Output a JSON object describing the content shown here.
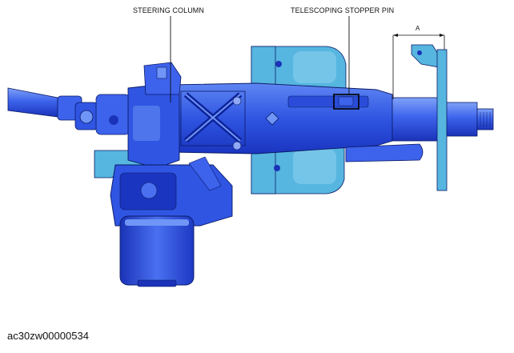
{
  "labels": {
    "steering_column": "STEERING COLUMN",
    "telescoping_stopper_pin": "TELESCOPING STOPPER PIN",
    "dimension": "A"
  },
  "figure_code": "ac30zw00000534",
  "colors": {
    "body_dark": "#1c3ed0",
    "body_mid": "#3f66ee",
    "body_light": "#6f95f6",
    "bracket": "#56b6e0",
    "bracket_light": "#8fd2f0",
    "outline": "#0b1a66",
    "leader": "#111111",
    "background": "#ffffff"
  }
}
